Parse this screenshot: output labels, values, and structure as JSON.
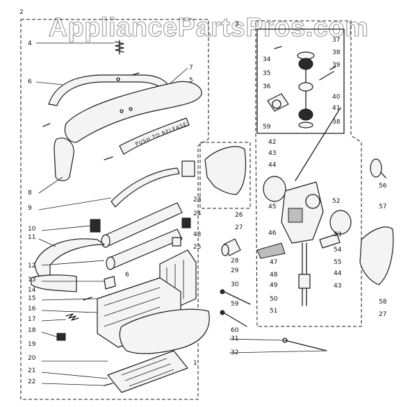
{
  "watermark": "AppliancePartsPros.com",
  "handle_stamp": "PUSH TO RELEASE",
  "callouts": {
    "left": [
      "4",
      "6",
      "7",
      "5",
      "9",
      "8",
      "23",
      "24",
      "10",
      "11",
      "43",
      "12",
      "25",
      "13",
      "6",
      "14",
      "15",
      "16",
      "17",
      "18",
      "19",
      "20",
      "21",
      "22",
      "1"
    ],
    "middle": [
      "28",
      "29",
      "30",
      "59",
      "60",
      "31",
      "32",
      "26",
      "27"
    ],
    "inset": [
      "37",
      "38",
      "34",
      "39",
      "35",
      "36",
      "40",
      "41",
      "38",
      "59"
    ],
    "right": [
      "42",
      "43",
      "44",
      "45",
      "46",
      "47",
      "48",
      "49",
      "50",
      "51",
      "52",
      "53",
      "54",
      "55",
      "44",
      "43",
      "56",
      "57",
      "58",
      "27"
    ],
    "corner": [
      "2",
      "3"
    ]
  }
}
